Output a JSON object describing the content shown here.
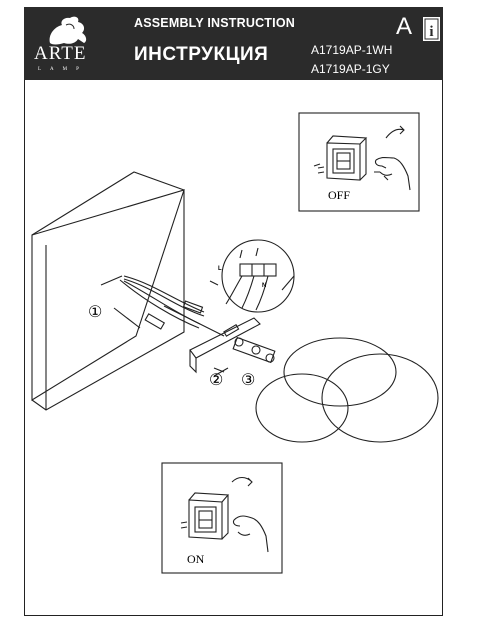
{
  "header": {
    "brand": "ARTE",
    "brand_sub": "LAMP",
    "title_en": "ASSEMBLY INSTRUCTION",
    "title_ru": "ИНСТРУКЦИЯ",
    "model_1": "A1719AP-1WH",
    "model_2": "A1719AP-1GY",
    "section_letter": "A",
    "info_glyph": "i"
  },
  "diagram": {
    "switch_off_label": "OFF",
    "switch_on_label": "ON",
    "step_1": "①",
    "step_2": "②",
    "step_3": "③",
    "wire_L": "L",
    "wire_N": "N"
  },
  "icons": [
    "griffin-logo-icon",
    "info-book-icon",
    "hand-switch-icon"
  ]
}
